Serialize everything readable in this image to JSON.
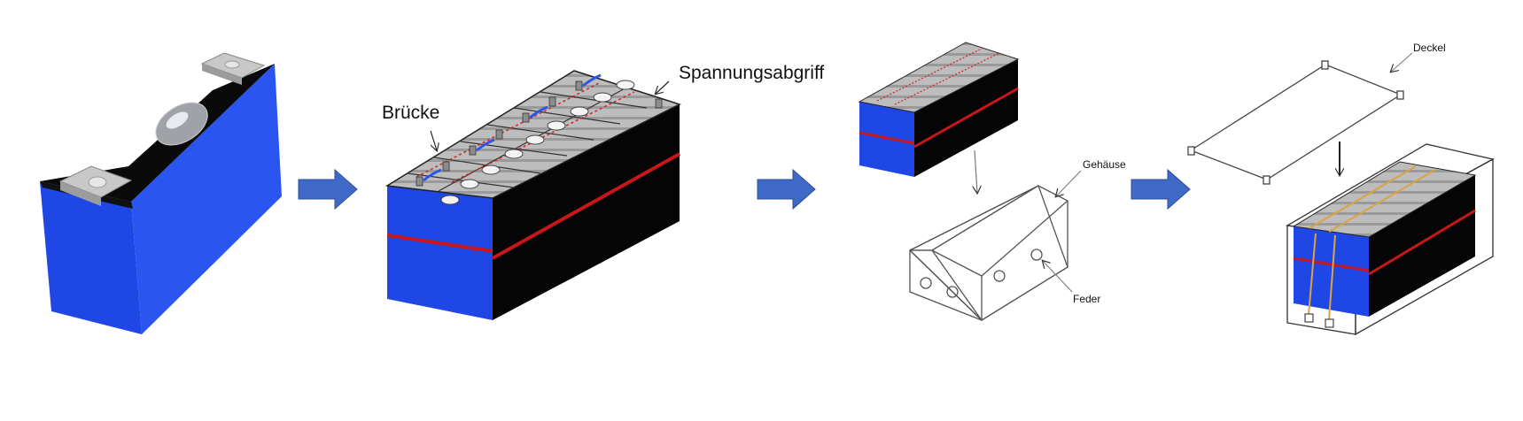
{
  "labels": {
    "bridge": "Brücke",
    "voltage_tap": "Spannungsabgriff",
    "housing": "Gehäuse",
    "spring": "Feder",
    "lid": "Deckel"
  },
  "colors": {
    "cell_blue": "#1f47e6",
    "module_black": "#050505",
    "seam_red": "#c8161b",
    "flow_arrow": "#3e69c6",
    "outline": "#555555",
    "busbar": "#d9a441"
  },
  "icons": {
    "single_cell": "prismatic-battery-cell-icon",
    "cell_stack": "battery-module-icon",
    "housing": "module-housing-icon",
    "flow": "right-arrow-icon"
  }
}
